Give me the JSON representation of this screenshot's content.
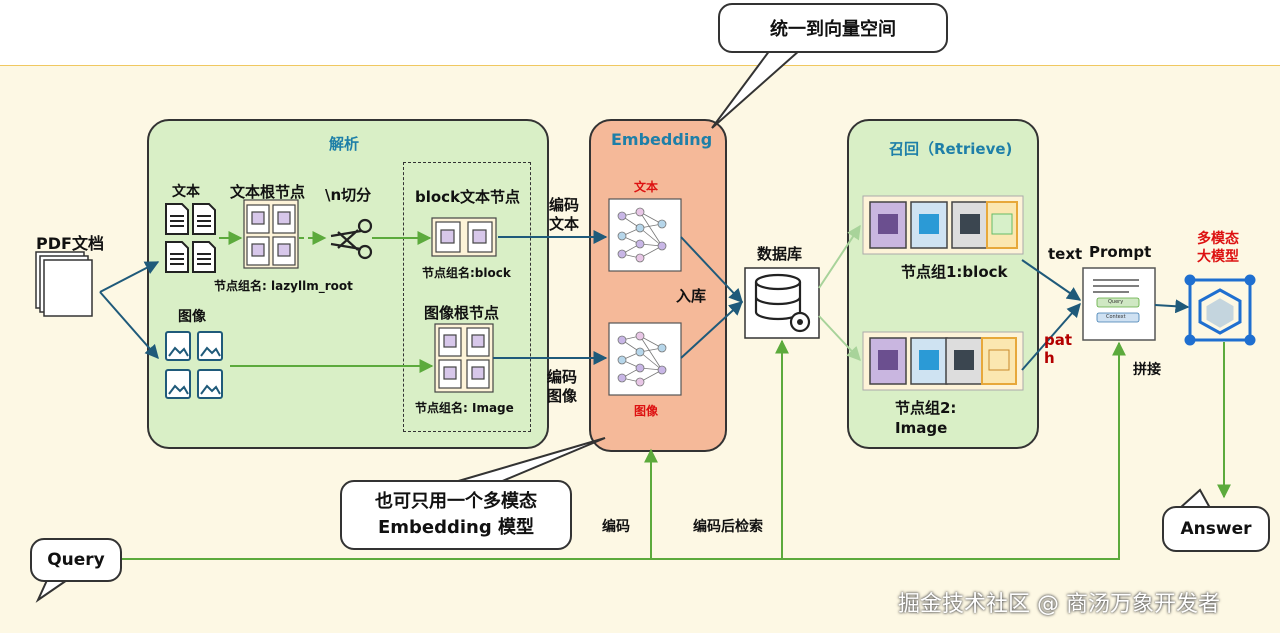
{
  "top_callout": "统一到向量空间",
  "pdf_label": "PDF文档",
  "parse": {
    "title": "解析",
    "text_label": "文本",
    "text_root_label": "文本根节点",
    "split_label": "\\n切分",
    "block_node_label": "block文本节点",
    "image_label": "图像",
    "image_root_label": "图像根节点",
    "group_lazyllm": "节点组名: lazyllm_root",
    "group_block": "节点组名:block",
    "group_image": "节点组名: Image"
  },
  "embedding": {
    "title": "Embedding",
    "text_label": "文本",
    "image_label": "图像",
    "encode_text": "编码\n文本",
    "encode_image": "编码\n图像"
  },
  "ingest_label": "入库",
  "db_label": "数据库",
  "retrieve": {
    "title": "召回（Retrieve)",
    "group1": "节点组1:block",
    "group2": "节点组2:\nImage"
  },
  "text_edge": "text",
  "path_edge": "pat\nh",
  "prompt": {
    "title": "Prompt",
    "query_chip": "Query",
    "context_chip": "Context"
  },
  "concat_label": "拼接",
  "mllm_label": "多模态\n大模型",
  "answer": "Answer",
  "query": "Query",
  "encode_label": "编码",
  "encode_retrieve_label": "编码后检索",
  "bottom_callout": "也可只用一个多模态\nEmbedding 模型",
  "watermark": "掘金技术社区 @ 商汤万象开发者",
  "colors": {
    "background": "#fdf8e4",
    "panel": "#d9efc6",
    "embedding": "#f5b999",
    "arrow_blue": "#1f5a7a",
    "arrow_green": "#5caa3c",
    "accent_red": "#d11111"
  }
}
